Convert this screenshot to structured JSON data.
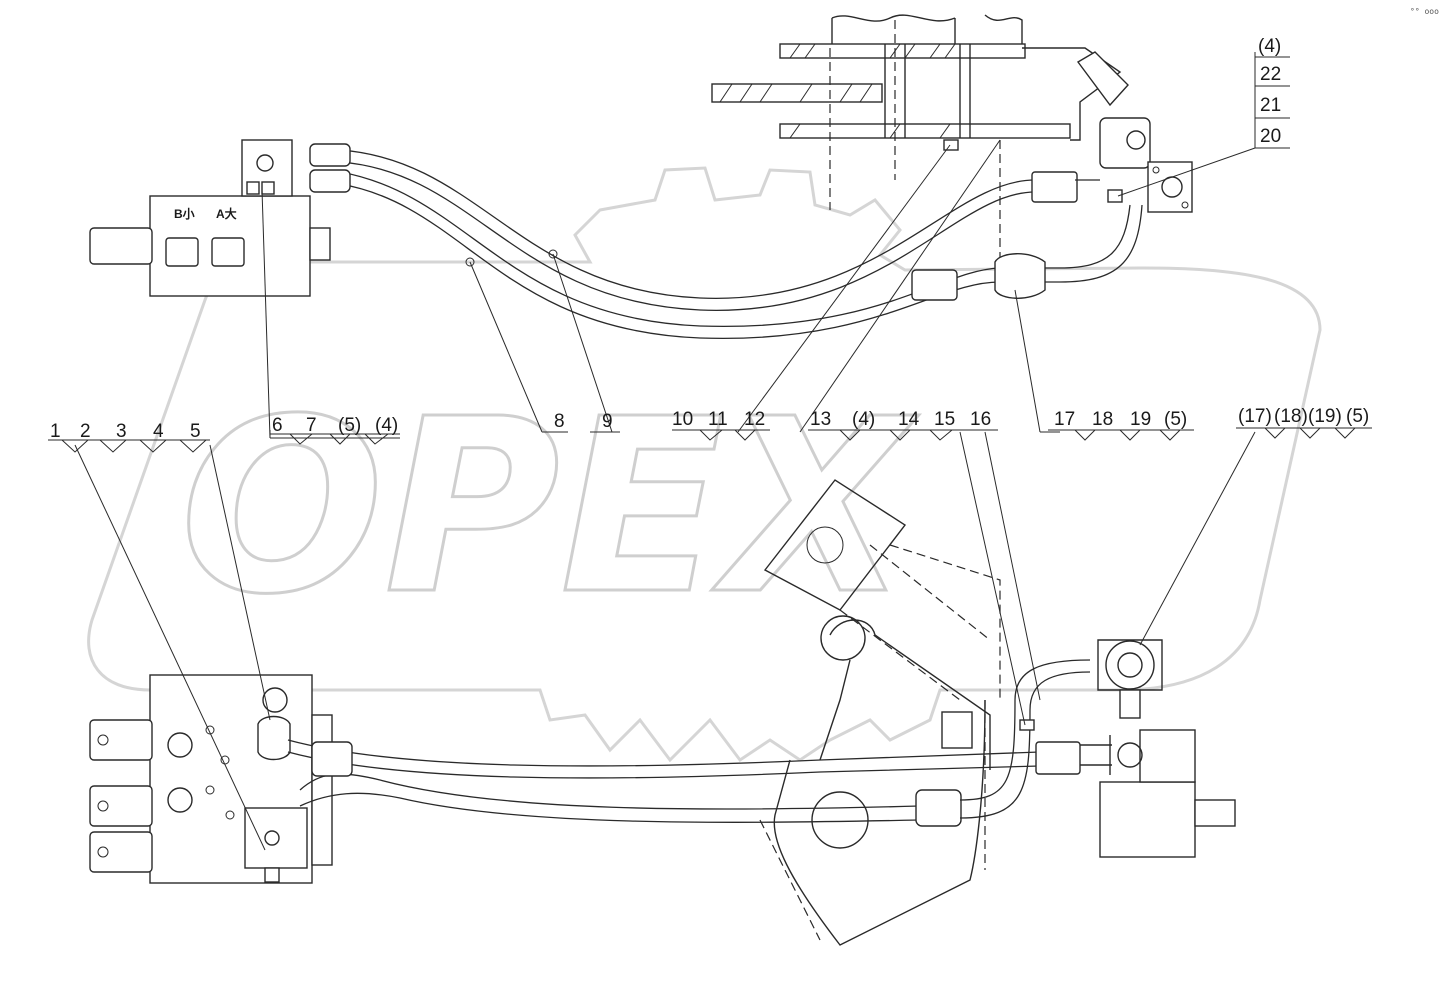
{
  "watermark": {
    "text": "OPEX"
  },
  "corner_mark": "°° ooo",
  "valve_labels": {
    "b": "B小",
    "a": "A大"
  },
  "callouts": {
    "left": [
      "1",
      "2",
      "3",
      "4",
      "5"
    ],
    "g1": [
      "6",
      "7",
      "(5)",
      "(4)"
    ],
    "g2": [
      "8",
      "9"
    ],
    "g3": [
      "10",
      "11",
      "12"
    ],
    "g4": [
      "13",
      "(4)",
      "14",
      "15",
      "16"
    ],
    "g5": [
      "17",
      "18",
      "19",
      "(5)"
    ],
    "g6": [
      "(17)",
      "(18)",
      "(19)",
      "(5)"
    ],
    "stack": [
      "(4)",
      "22",
      "21",
      "20"
    ]
  }
}
